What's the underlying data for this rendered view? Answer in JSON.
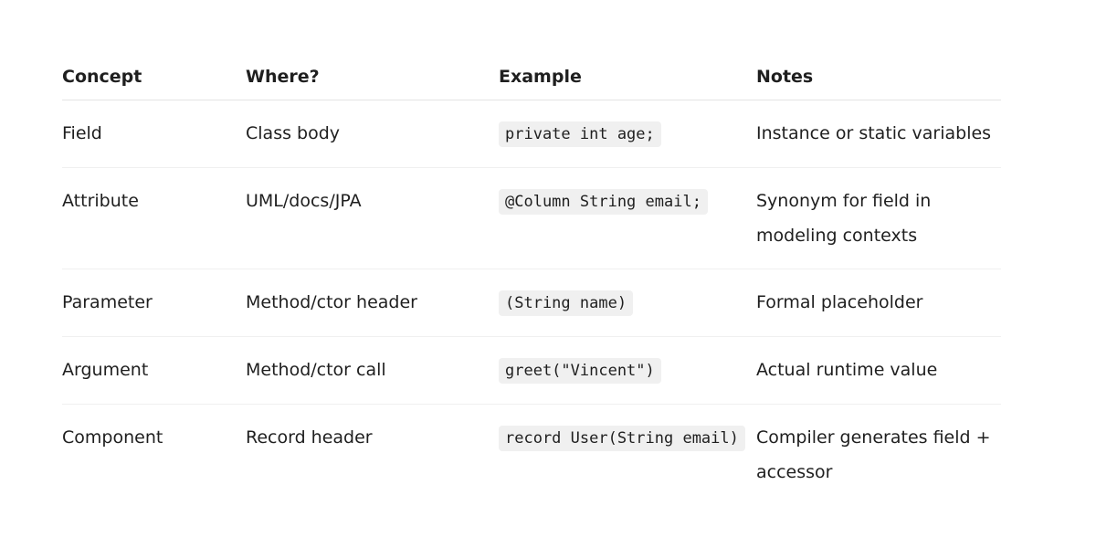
{
  "table": {
    "headers": [
      "Concept",
      "Where?",
      "Example",
      "Notes"
    ],
    "rows": [
      {
        "concept": "Field",
        "where": "Class body",
        "example": "private int age;",
        "notes": "Instance or static variables"
      },
      {
        "concept": "Attribute",
        "where": "UML/docs/JPA",
        "example": "@Column String email;",
        "notes": "Synonym for field in modeling contexts"
      },
      {
        "concept": "Parameter",
        "where": "Method/ctor header",
        "example": "(String name)",
        "notes": "Formal placeholder"
      },
      {
        "concept": "Argument",
        "where": "Method/ctor call",
        "example": "greet(\"Vincent\")",
        "notes": "Actual runtime value"
      },
      {
        "concept": "Component",
        "where": "Record header",
        "example": "record User(String email)",
        "notes": "Compiler generates field + accessor"
      }
    ]
  }
}
